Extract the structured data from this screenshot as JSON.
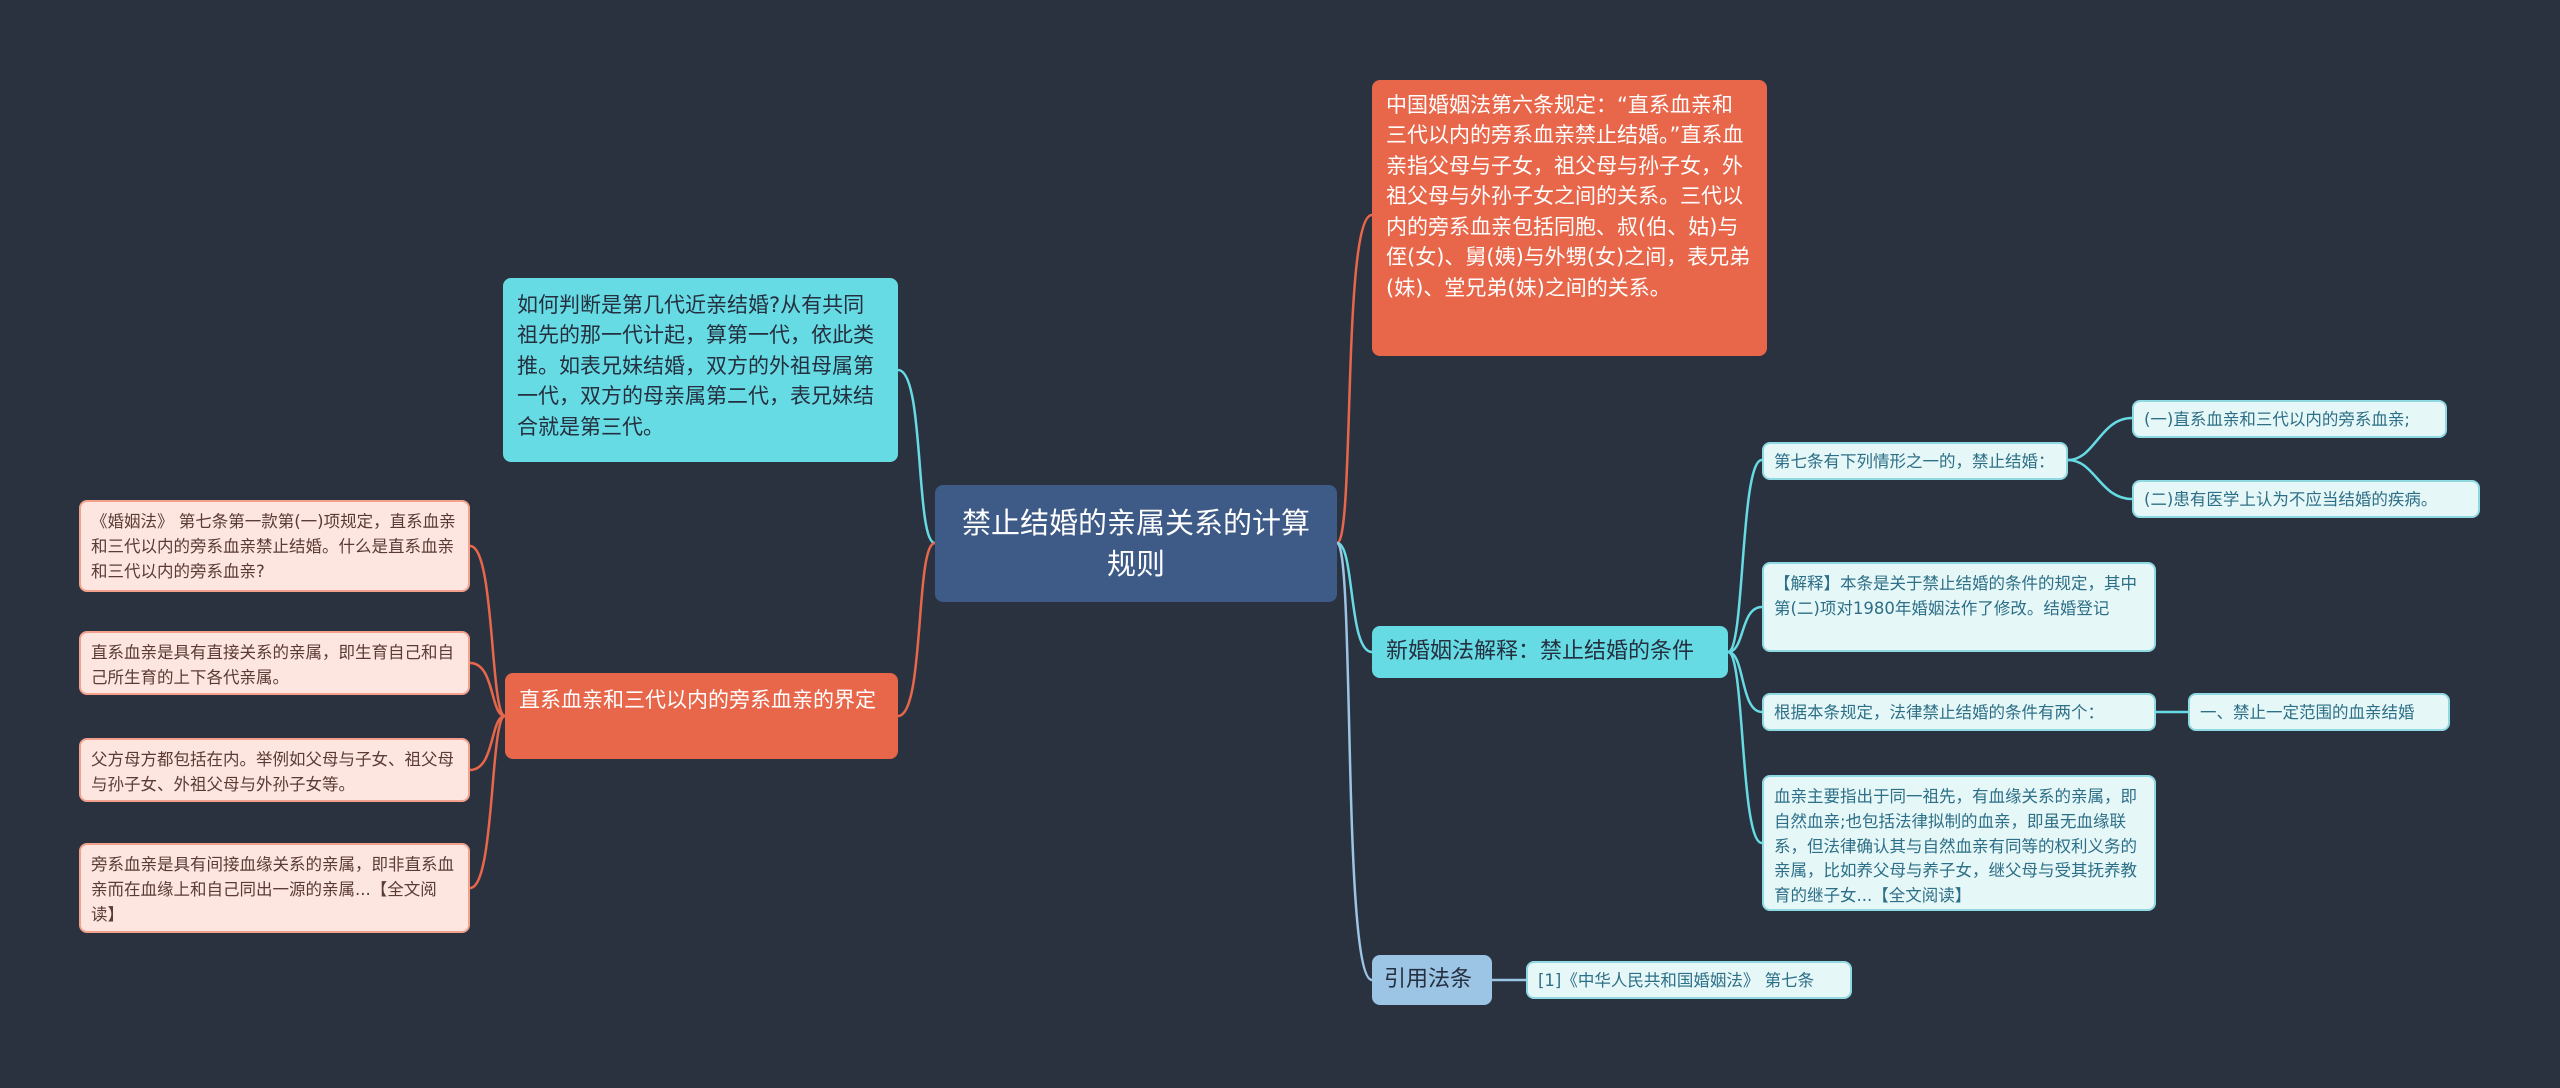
{
  "root": {
    "title": "禁止结婚的亲属关系的计算规则"
  },
  "left": {
    "judge": "如何判断是第几代近亲结婚?从有共同祖先的那一代计起，算第一代，依此类推。如表兄妹结婚，双方的外祖母属第一代，双方的母亲属第二代，表兄妹结合就是第三代。",
    "define": {
      "label": "直系血亲和三代以内的旁系血亲的界定",
      "children": [
        "《婚姻法》 第七条第一款第(一)项规定，直系血亲和三代以内的旁系血亲禁止结婚。什么是直系血亲和三代以内的旁系血亲?",
        "直系血亲是具有直接关系的亲属，即生育自己和自己所生育的上下各代亲属。",
        "父方母方都包括在内。举例如父母与子女、祖父母与孙子女、外祖父母与外孙子女等。",
        "旁系血亲是具有间接血缘关系的亲属，即非直系血亲而在血缘上和自己同出一源的亲属...【全文阅读】"
      ]
    }
  },
  "right": {
    "article6": "中国婚姻法第六条规定：“直系血亲和三代以内的旁系血亲禁止结婚。”直系血亲指父母与子女，祖父母与孙子女，外祖父母与外孙子女之间的关系。三代以内的旁系血亲包括同胞、叔(伯、姑)与侄(女)、舅(姨)与外甥(女)之间，表兄弟(妹)、堂兄弟(妹)之间的关系。",
    "interpret": {
      "label": "新婚姻法解释：禁止结婚的条件",
      "art7": "第七条有下列情形之一的，禁止结婚：",
      "art7_items": [
        "(一)直系血亲和三代以内的旁系血亲;",
        "(二)患有医学上认为不应当结婚的疾病。"
      ],
      "explain": "【解释】本条是关于禁止结婚的条件的规定，其中第(二)项对1980年婚姻法作了修改。结婚登记",
      "conditions": "根据本条规定，法律禁止结婚的条件有两个：",
      "condition_1": "一、禁止一定范围的血亲结婚",
      "blood": "血亲主要指出于同一祖先，有血缘关系的亲属，即自然血亲;也包括法律拟制的血亲，即虽无血缘联系，但法律确认其与自然血亲有同等的权利义务的亲属，比如养父母与养子女，继父母与受其抚养教育的继子女...【全文阅读】"
    },
    "cite": {
      "label": "引用法条",
      "ref": "[1]《中华人民共和国婚姻法》 第七条"
    }
  },
  "colors": {
    "background": "#2a3240",
    "root": "#3e5a86",
    "orange": "#e8674b",
    "cyan": "#67dbe3",
    "blue": "#9cc4e4",
    "light_cyan": "#e6f7f8",
    "light_pink": "#fde6df"
  }
}
